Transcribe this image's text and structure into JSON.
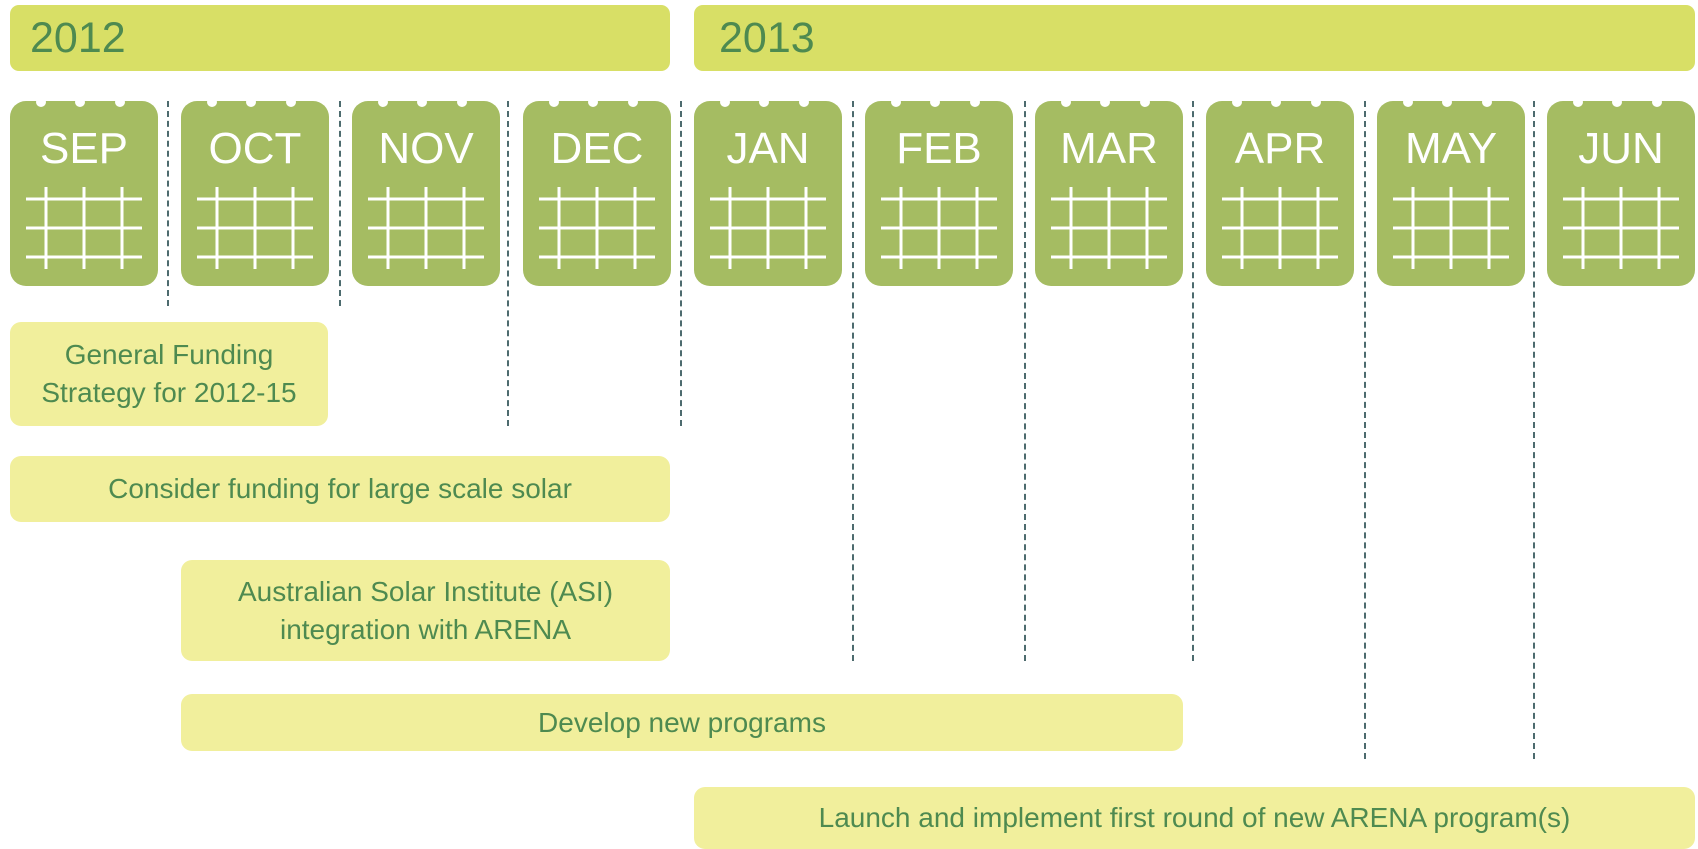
{
  "years": [
    {
      "label": "2012"
    },
    {
      "label": "2013"
    }
  ],
  "months": [
    "SEP",
    "OCT",
    "NOV",
    "DEC",
    "JAN",
    "FEB",
    "MAR",
    "APR",
    "MAY",
    "JUN"
  ],
  "tasks": [
    {
      "label": "General Funding\nStrategy for 2012-15"
    },
    {
      "label": "Consider funding for large scale solar"
    },
    {
      "label": "Australian Solar Institute (ASI)\nintegration with ARENA"
    },
    {
      "label": "Develop new programs"
    },
    {
      "label": "Launch and implement first round of new ARENA program(s)"
    }
  ],
  "colors": {
    "year_bar": "#d8df66",
    "month_card": "#a5bc62",
    "task_bar": "#f1ef9c",
    "text_green": "#4e8a50",
    "divider": "#4d6b6e"
  }
}
